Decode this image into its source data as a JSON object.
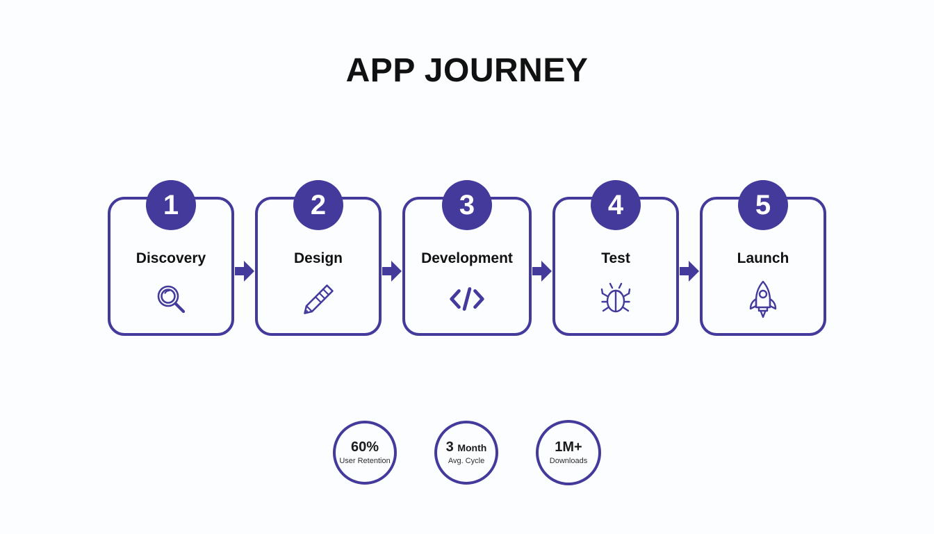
{
  "page": {
    "title": "APP JOURNEY",
    "background_color": "#fcfdfe",
    "accent_color": "#443a9b",
    "text_color": "#111111"
  },
  "journey": {
    "steps": [
      {
        "number": "1",
        "label": "Discovery",
        "icon": "magnifier-icon"
      },
      {
        "number": "2",
        "label": "Design",
        "icon": "pencil-icon"
      },
      {
        "number": "3",
        "label": "Development",
        "icon": "code-brackets-icon"
      },
      {
        "number": "4",
        "label": "Test",
        "icon": "bug-icon"
      },
      {
        "number": "5",
        "label": "Launch",
        "icon": "rocket-icon"
      }
    ],
    "connector_icon": "arrow-right-icon"
  },
  "stats": [
    {
      "value": "60%",
      "unit": "",
      "caption": "User Retention"
    },
    {
      "value": "3",
      "unit": "Month",
      "caption": "Avg. Cycle"
    },
    {
      "value": "1M+",
      "unit": "",
      "caption": "Downloads"
    }
  ]
}
